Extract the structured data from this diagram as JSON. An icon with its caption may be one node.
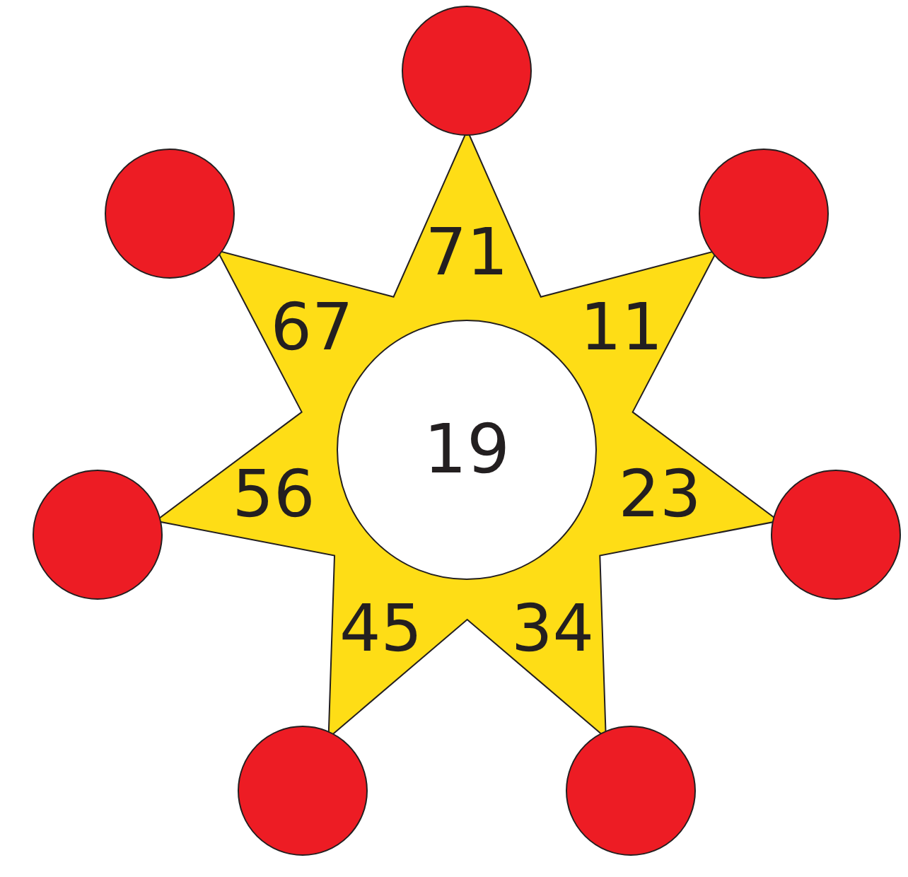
{
  "diagram": {
    "nodes": [
      {
        "text": [
          "71",
          "11",
          "23",
          "34",
          "45",
          "56",
          "67"
        ]
      },
      {
        "text": [
          "19"
        ],
        "in": 0
      },
      {
        "text": [],
        "shape": "circle"
      },
      {
        "text": [],
        "shape": "circle"
      },
      {
        "text": [],
        "shape": "circle"
      },
      {
        "text": [],
        "shape": "circle"
      },
      {
        "text": [],
        "shape": "circle"
      },
      {
        "text": [],
        "shape": "circle"
      },
      {
        "text": [],
        "shape": "circle"
      }
    ]
  }
}
